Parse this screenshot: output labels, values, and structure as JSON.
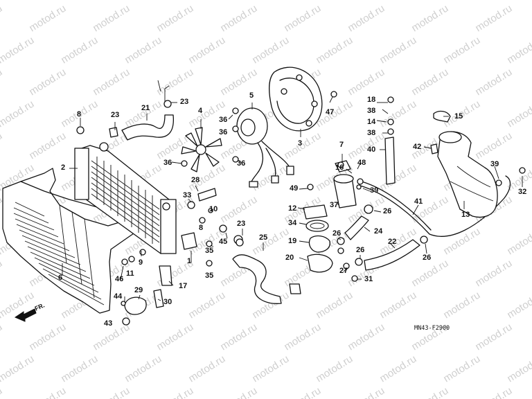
{
  "watermark": "motod.ru",
  "diagram_code": "MN43-F2900",
  "direction_label": "FR.",
  "callouts": {
    "c1": "1",
    "c2": "2",
    "c3": "3",
    "c4": "4",
    "c5": "5",
    "c6": "6",
    "c7": "7",
    "c8a": "8",
    "c8b": "8",
    "c9": "9",
    "c10": "10",
    "c11": "11",
    "c12": "12",
    "c13": "13",
    "c14": "14",
    "c15": "15",
    "c16": "16",
    "c17": "17",
    "c18": "18",
    "c19": "19",
    "c20": "20",
    "c21": "21",
    "c22": "22",
    "c23a": "23",
    "c23b": "23",
    "c23c": "23",
    "c24": "24",
    "c25": "25",
    "c26a": "26",
    "c26b": "26",
    "c26c": "26",
    "c26d": "26",
    "c27": "27",
    "c28": "28",
    "c29": "29",
    "c30": "30",
    "c31": "31",
    "c32": "32",
    "c33": "33",
    "c34": "34",
    "c35a": "35",
    "c35b": "35",
    "c36a": "36",
    "c36b": "36",
    "c36c": "36",
    "c36d": "36",
    "c37": "37",
    "c38a": "38",
    "c38b": "38",
    "c39a": "39",
    "c39b": "39",
    "c40": "40",
    "c41": "41",
    "c42": "42",
    "c43": "43",
    "c44": "44",
    "c45": "45",
    "c46": "46",
    "c47": "47",
    "c48": "48",
    "c49": "49"
  }
}
